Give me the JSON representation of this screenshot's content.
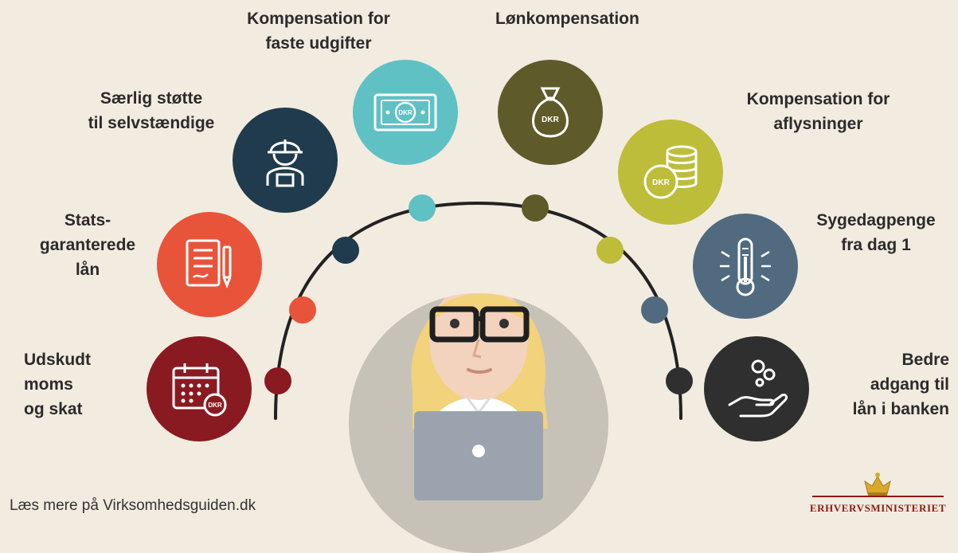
{
  "items": [
    {
      "id": "udskudt",
      "label": "Udskudt\nmoms\nog skat",
      "icon": "calendar-dkr-icon",
      "color": "#8a1a21"
    },
    {
      "id": "laan",
      "label": "Stats-\ngaranterede\nlån",
      "icon": "document-pen-icon",
      "color": "#e8543a"
    },
    {
      "id": "selvstaendige",
      "label": "Særlig støtte\ntil selvstændige",
      "icon": "worker-icon",
      "color": "#1f3b4d"
    },
    {
      "id": "faste",
      "label": "Kompensation for\nfaste udgifter",
      "icon": "banknote-dkr-icon",
      "color": "#5fc1c4"
    },
    {
      "id": "loen",
      "label": "Lønkompensation",
      "icon": "money-bag-icon",
      "color": "#5f5a2a"
    },
    {
      "id": "aflysninger",
      "label": "Kompensation for\naflysninger",
      "icon": "coin-stack-icon",
      "color": "#bdbd3a"
    },
    {
      "id": "sygedag",
      "label": "Sygedagpenge\nfra dag 1",
      "icon": "thermometer-icon",
      "color": "#516a7f"
    },
    {
      "id": "bank",
      "label": "Bedre\nadgang til\nlån i banken",
      "icon": "hand-coins-icon",
      "color": "#2f2f2f"
    }
  ],
  "icon_texts": {
    "dkr": "DKR"
  },
  "footer": {
    "link_text": "Læs mere på Virksomhedsguiden.dk"
  },
  "logo": {
    "name": "ERHVERVSMINISTERIET",
    "icon": "crown-icon",
    "color": "#8c1c13"
  }
}
